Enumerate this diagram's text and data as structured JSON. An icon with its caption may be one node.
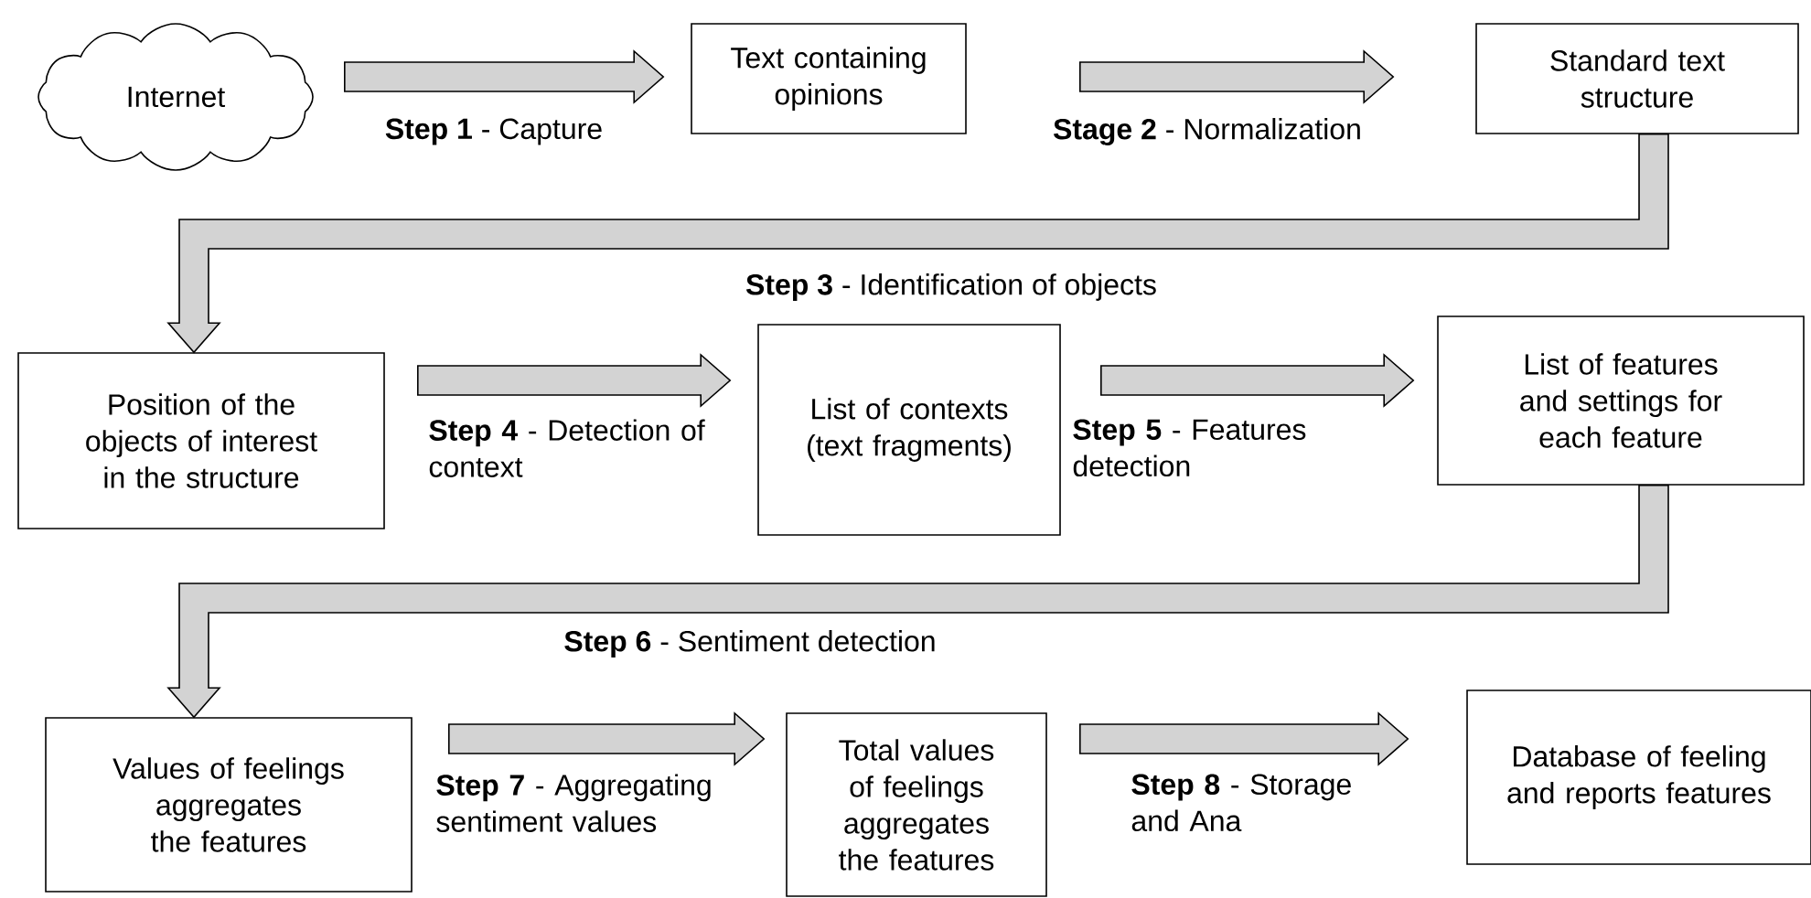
{
  "diagram": {
    "nodes": [
      {
        "text": [
          "Internet"
        ]
      },
      {
        "text": [
          "Text containing opinions"
        ]
      },
      {
        "text": [
          "Standard text structure"
        ]
      },
      {
        "text": [
          "Position of the objects of interest in the structure"
        ]
      },
      {
        "text": [
          "List of contexts (text fragments)"
        ]
      },
      {
        "text": [
          "List of features and settings for each feature"
        ]
      },
      {
        "text": [
          "Values of feelings aggregates the features"
        ]
      },
      {
        "text": [
          "Total values of feelings aggregates the features"
        ]
      },
      {
        "text": [
          "Database of feeling and reports features"
        ]
      }
    ],
    "edges": [
      {
        "from": 0,
        "to": 1,
        "arrow": "to",
        "label": "**Step 1** - Capture"
      },
      {
        "from": 1,
        "to": 2,
        "arrow": "to",
        "label": "**Stage 2** - Normalization"
      },
      {
        "from": 2,
        "to": 3,
        "arrow": "to",
        "label": "**Step 3** - Identification of objects"
      },
      {
        "from": 3,
        "to": 4,
        "arrow": "to",
        "label": "**Step 4** - Detection of context"
      },
      {
        "from": 4,
        "to": 5,
        "arrow": "to",
        "label": "**Step 5** - Features detection"
      },
      {
        "from": 5,
        "to": 6,
        "arrow": "to",
        "label": "**Step 6** - Sentiment detection"
      },
      {
        "from": 6,
        "to": 7,
        "arrow": "to",
        "label": "**Step 7** - Aggregating sentiment values"
      },
      {
        "from": 7,
        "to": 8,
        "arrow": "to",
        "label": "**Step 8** - Storage and Ana"
      }
    ]
  }
}
